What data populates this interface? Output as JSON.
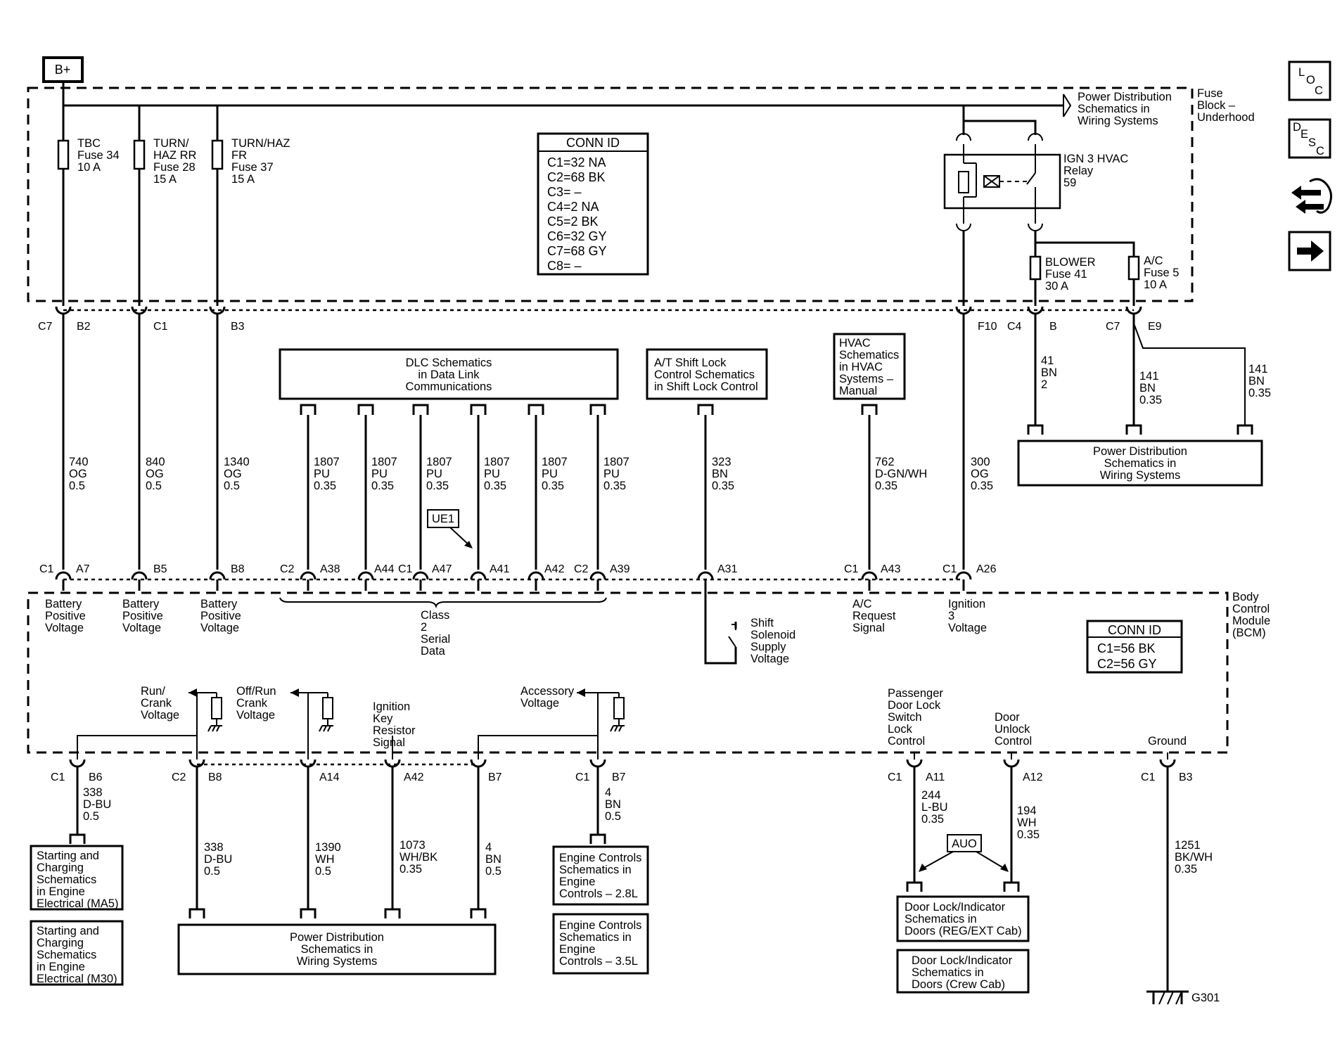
{
  "bplus": "B+",
  "fuse_block_label": [
    "Fuse",
    "Block –",
    "Underhood"
  ],
  "pd_ref_top": [
    "Power Distribution",
    "Schematics in",
    "Wiring Systems"
  ],
  "fuses": {
    "tbc": [
      "TBC",
      "Fuse 34",
      "10 A"
    ],
    "turn_haz_rr": [
      "TURN/",
      "HAZ RR",
      "Fuse 28",
      "15 A"
    ],
    "turn_haz_fr": [
      "TURN/HAZ",
      "FR",
      "Fuse 37",
      "15 A"
    ],
    "blower": [
      "BLOWER",
      "Fuse 41",
      "30 A"
    ],
    "ac": [
      "A/C",
      "Fuse 5",
      "10 A"
    ]
  },
  "relay": [
    "IGN 3 HVAC",
    "Relay",
    "59"
  ],
  "conn_id_top": {
    "title": "CONN ID",
    "rows": [
      "C1=32 NA",
      "C2=68 BK",
      "C3= –",
      "C4=2 NA",
      "C5=2 BK",
      "C6=32 GY",
      "C7=68 GY",
      "C8= –"
    ]
  },
  "conn_id_bcm": {
    "title": "CONN ID",
    "rows": [
      "C1=56 BK",
      "C2=56 GY"
    ]
  },
  "top_pins": {
    "c7": "C7",
    "b2": "B2",
    "c1": "C1",
    "b3": "B3",
    "f10": "F10",
    "c4": "C4",
    "b": "B",
    "c7b": "C7",
    "e9": "E9"
  },
  "refs": {
    "dlc": [
      "DLC Schematics",
      "in Data Link",
      "Communications"
    ],
    "at_shift": [
      "A/T Shift Lock",
      "Control Schematics",
      "in Shift Lock Control"
    ],
    "hvac": [
      "HVAC",
      "Schematics",
      "in HVAC",
      "Systems –",
      "Manual"
    ],
    "pd_right": [
      "Power Distribution",
      "Schematics in",
      "Wiring Systems"
    ],
    "pd_bottom": [
      "Power Distribution",
      "Schematics in",
      "Wiring Systems"
    ],
    "start_ma5": [
      "Starting and",
      "Charging",
      "Schematics",
      "in Engine",
      "Electrical (MA5)"
    ],
    "start_m30": [
      "Starting and",
      "Charging",
      "Schematics",
      "in Engine",
      "Electrical (M30)"
    ],
    "eng_28": [
      "Engine Controls",
      "Schematics in",
      "Engine",
      "Controls – 2.8L"
    ],
    "eng_35": [
      "Engine Controls",
      "Schematics in",
      "Engine",
      "Controls – 3.5L"
    ],
    "door_reg": [
      "Door Lock/Indicator",
      "Schematics in",
      "Doors (REG/EXT Cab)"
    ],
    "door_crew": [
      "Door Lock/Indicator",
      "Schematics in",
      "Doors (Crew Cab)"
    ]
  },
  "wires": {
    "w740": [
      "740",
      "OG",
      "0.5"
    ],
    "w840": [
      "840",
      "OG",
      "0.5"
    ],
    "w1340": [
      "1340",
      "OG",
      "0.5"
    ],
    "w1807": [
      "1807",
      "PU",
      "0.35"
    ],
    "w323": [
      "323",
      "BN",
      "0.35"
    ],
    "w762": [
      "762",
      "D-GN/WH",
      "0.35"
    ],
    "w300": [
      "300",
      "OG",
      "0.35"
    ],
    "w41": [
      "41",
      "BN",
      "2"
    ],
    "w141a": [
      "141",
      "BN",
      "0.35"
    ],
    "w141b": [
      "141",
      "BN",
      "0.35"
    ],
    "w338a": [
      "338",
      "D-BU",
      "0.5"
    ],
    "w338b": [
      "338",
      "D-BU",
      "0.5"
    ],
    "w1390": [
      "1390",
      "WH",
      "0.5"
    ],
    "w1073": [
      "1073",
      "WH/BK",
      "0.35"
    ],
    "w4a": [
      "4",
      "BN",
      "0.5"
    ],
    "w4b": [
      "4",
      "BN",
      "0.5"
    ],
    "w244": [
      "244",
      "L-BU",
      "0.35"
    ],
    "w194": [
      "194",
      "WH",
      "0.35"
    ],
    "w1251": [
      "1251",
      "BK/WH",
      "0.35"
    ]
  },
  "option_tags": {
    "ue1": "UE1",
    "auo": "AUO"
  },
  "bcm_top_pins": {
    "c1a": "C1",
    "a7": "A7",
    "b5": "B5",
    "b8": "B8",
    "c2a": "C2",
    "a38": "A38",
    "a44": "A44",
    "c1b": "C1",
    "a47": "A47",
    "a41": "A41",
    "a42": "A42",
    "c2b": "C2",
    "a39": "A39",
    "a31": "A31",
    "c1c": "C1",
    "a43": "A43",
    "c1d": "C1",
    "a26": "A26"
  },
  "bcm_label": [
    "Body",
    "Control",
    "Module",
    "(BCM)"
  ],
  "bcm_inputs": {
    "bpv": [
      "Battery",
      "Positive",
      "Voltage"
    ],
    "class2": [
      "Class",
      "2",
      "Serial",
      "Data"
    ],
    "shift": [
      "Shift",
      "Solenoid",
      "Supply",
      "Voltage"
    ],
    "ac_req": [
      "A/C",
      "Request",
      "Signal"
    ],
    "ign3": [
      "Ignition",
      "3",
      "Voltage"
    ]
  },
  "bcm_internal": {
    "run_crank": [
      "Run/",
      "Crank",
      "Voltage"
    ],
    "off_run_crank": [
      "Off/Run",
      "Crank",
      "Voltage"
    ],
    "ign_key": [
      "Ignition",
      "Key",
      "Resistor",
      "Signal"
    ],
    "accessory": [
      "Accessory",
      "Voltage"
    ],
    "pass_lock": [
      "Passenger",
      "Door Lock",
      "Switch",
      "Lock",
      "Control"
    ],
    "door_unlock": [
      "Door",
      "Unlock",
      "Control"
    ],
    "ground": "Ground"
  },
  "bcm_bottom_pins": {
    "c1a": "C1",
    "b6": "B6",
    "c2": "C2",
    "b8": "B8",
    "a14": "A14",
    "a42": "A42",
    "b7a": "B7",
    "c1b": "C1",
    "b7b": "B7",
    "c1c": "C1",
    "a11": "A11",
    "a12": "A12",
    "c1d": "C1",
    "b3": "B3"
  },
  "ground_id": "G301",
  "side_buttons": {
    "loc": [
      "L",
      "O",
      "C"
    ],
    "desc": [
      "D",
      "E",
      "S",
      "C"
    ]
  },
  "side_icons": [
    "connector-swap-icon",
    "next-arrow-icon"
  ]
}
